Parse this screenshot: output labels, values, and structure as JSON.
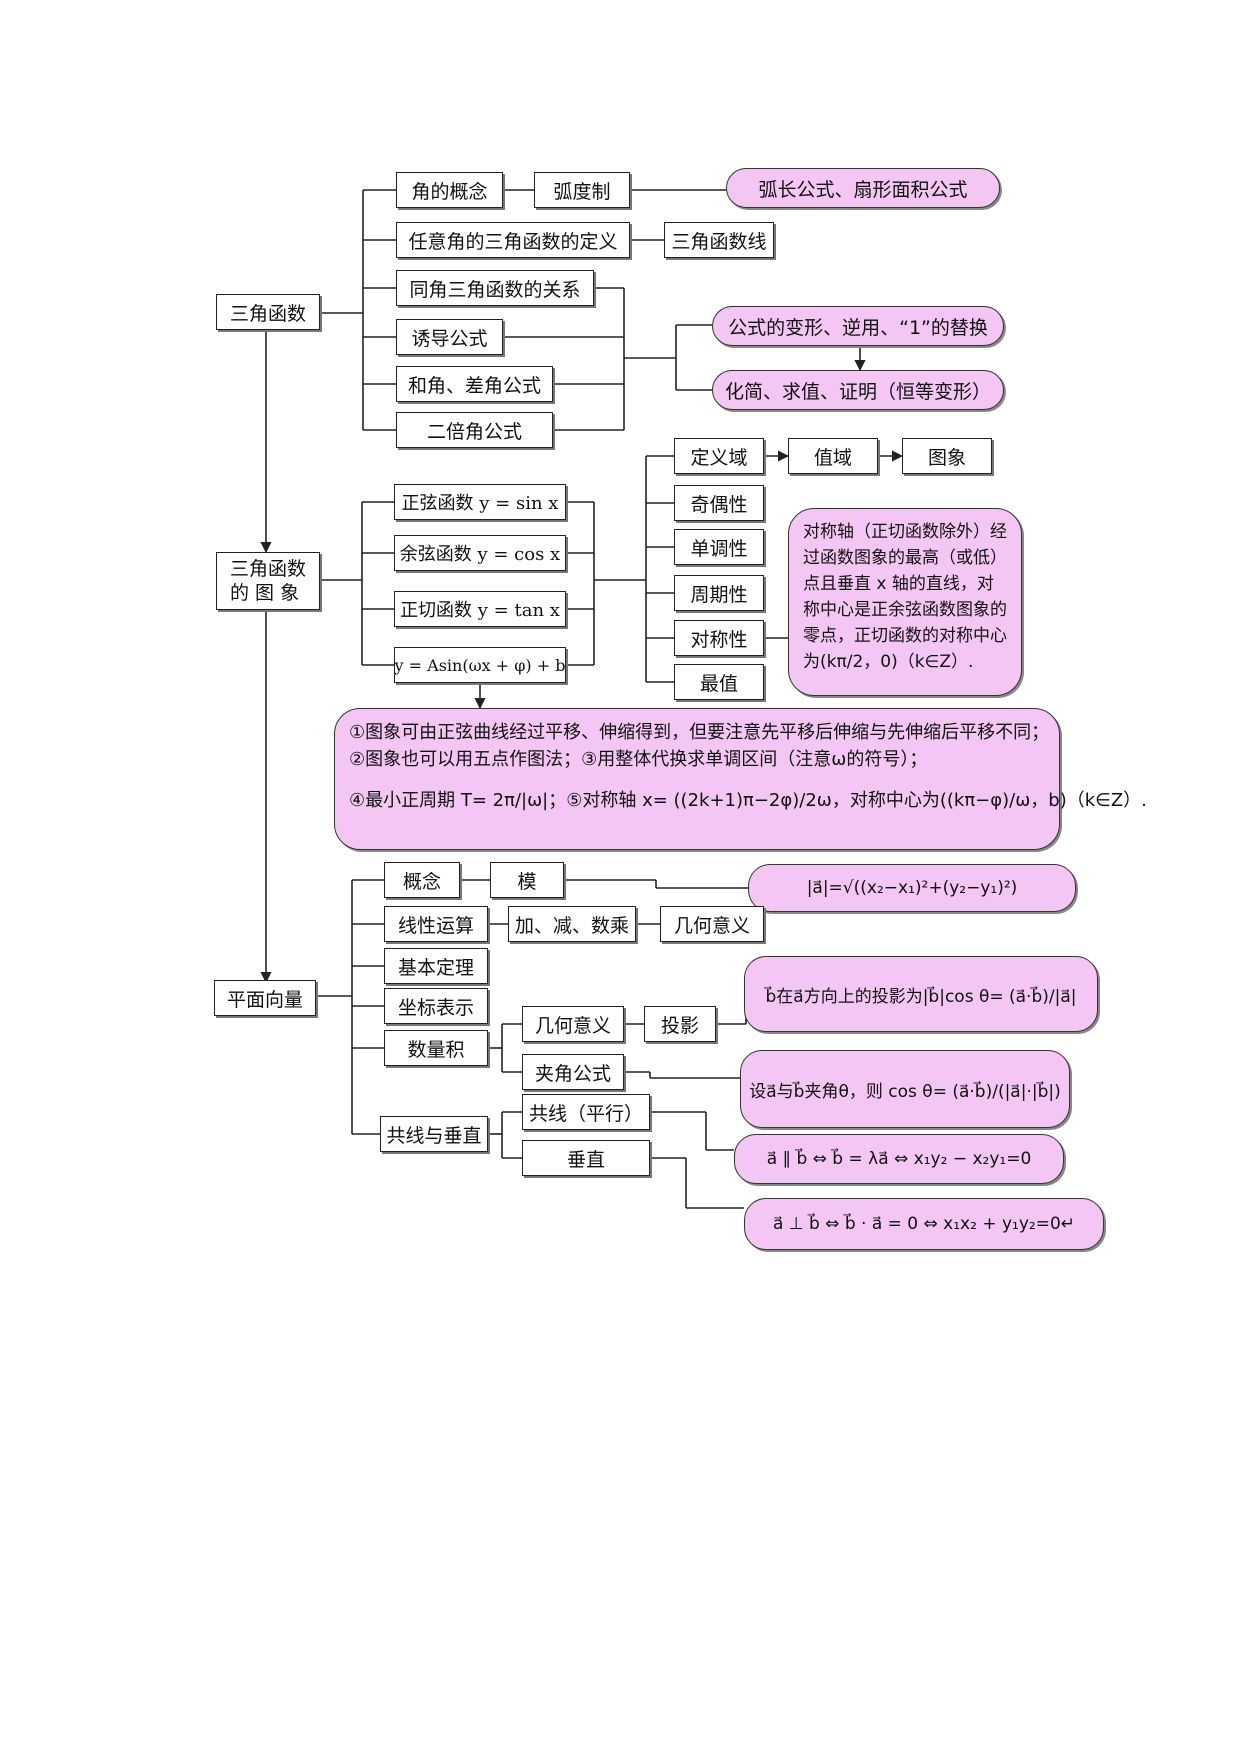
{
  "nodes": {
    "trig": "三角函数",
    "trig_graph": "三角函数\n的 图 象",
    "vector": "平面向量",
    "angle_concept": "角的概念",
    "radian": "弧度制",
    "arc_formula": "弧长公式、扇形面积公式",
    "any_angle_def": "任意角的三角函数的定义",
    "trig_line": "三角函数线",
    "same_angle": "同角三角函数的关系",
    "induction": "诱导公式",
    "sum_diff": "和角、差角公式",
    "double_angle": "二倍角公式",
    "formula_transform": "公式的变形、逆用、“1”的替换",
    "simplify": "化简、求值、证明（恒等变形）",
    "sin_fn": "正弦函数 y = sin x",
    "cos_fn": "余弦函数 y = cos x",
    "tan_fn": "正切函数 y = tan x",
    "asin_fn": "y = Asin(ωx + φ) + b",
    "domain_prop": "定义域",
    "range_prop": "值域",
    "graph_prop": "图象",
    "parity": "奇偶性",
    "monotonic": "单调性",
    "period": "周期性",
    "symmetry": "对称性",
    "extremum": "最值",
    "symmetry_note": "对称轴（正切函数除外）经过函数图象的最高（或低）点且垂直 x 轴的直线，对称中心是正余弦函数图象的零点，正切函数的对称中心为(kπ/2，0)（k∈Z）.",
    "asin_note_1": "①图象可由正弦曲线经过平移、伸缩得到，但要注意先平移后伸缩与先伸缩后平移不同；",
    "asin_note_2": "②图象也可以用五点作图法；③用整体代换求单调区间（注意ω的符号）；",
    "asin_note_3": "④最小正周期 T= 2π/|ω|；⑤对称轴 x= ((2k+1)π−2φ)/2ω，对称中心为((kπ−φ)/ω，b)（k∈Z）.",
    "concept": "概念",
    "modulus": "模",
    "modulus_formula": "|a⃗|=√((x₂−x₁)²+(y₂−y₁)²)",
    "linear_ops": "线性运算",
    "add_sub_mul": "加、减、数乘",
    "geo_meaning_1": "几何意义",
    "basic_theorem": "基本定理",
    "coord_repr": "坐标表示",
    "dot_product": "数量积",
    "geo_meaning_2": "几何意义",
    "projection": "投影",
    "projection_formula": "b⃗在a⃗方向上的投影为|b⃗|cos θ= (a⃗·b⃗)/|a⃗|",
    "angle_formula": "夹角公式",
    "angle_formula_text": "设a⃗与b⃗夹角θ，则 cos θ= (a⃗·b⃗)/(|a⃗|·|b⃗|)",
    "collinear_perp": "共线与垂直",
    "collinear": "共线（平行）",
    "perpendicular": "垂直",
    "parallel_formula": "a⃗ ∥ b⃗ ⇔ b⃗ = λa⃗ ⇔ x₁y₂ − x₂y₁=0",
    "perp_formula": "a⃗ ⊥ b⃗ ⇔ b⃗ · a⃗ = 0 ⇔ x₁x₂ + y₁y₂=0↵"
  },
  "colors": {
    "pill_fill": "#f4c6f3",
    "line": "#222222"
  }
}
